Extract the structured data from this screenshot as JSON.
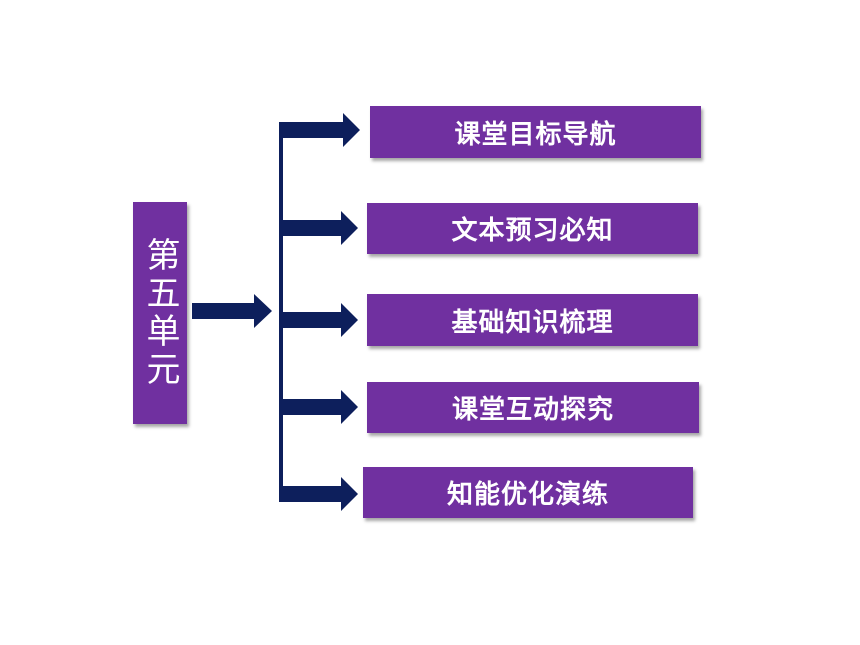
{
  "unit": {
    "title": "第五单元"
  },
  "menu": [
    {
      "label": "课堂目标导航"
    },
    {
      "label": "文本预习必知"
    },
    {
      "label": "基础知识梳理"
    },
    {
      "label": "课堂互动探究"
    },
    {
      "label": "知能优化演练"
    }
  ],
  "colors": {
    "box_fill": "#7030a0",
    "box_text": "#ffffff",
    "arrow": "#0d1f5c"
  }
}
